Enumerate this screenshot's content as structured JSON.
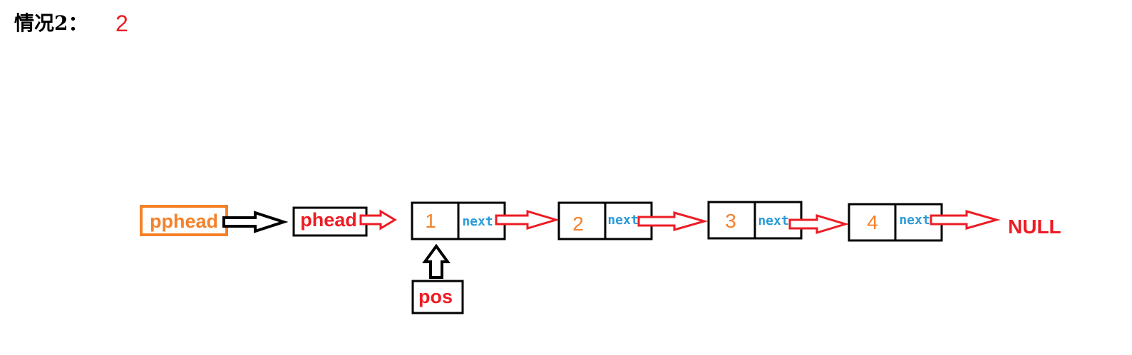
{
  "title": {
    "label": "情况2：",
    "value": "2"
  },
  "colors": {
    "black": "#000000",
    "red": "#ed1c24",
    "orange": "#f5812a",
    "blue": "#2a9bd8"
  },
  "pointers": {
    "pphead": "pphead",
    "phead": "phead",
    "pos": "pos"
  },
  "nodes": [
    {
      "value": "1",
      "next": "next"
    },
    {
      "value": "2",
      "next": "next"
    },
    {
      "value": "3",
      "next": "next"
    },
    {
      "value": "4",
      "next": "next"
    }
  ],
  "terminal": "NULL"
}
